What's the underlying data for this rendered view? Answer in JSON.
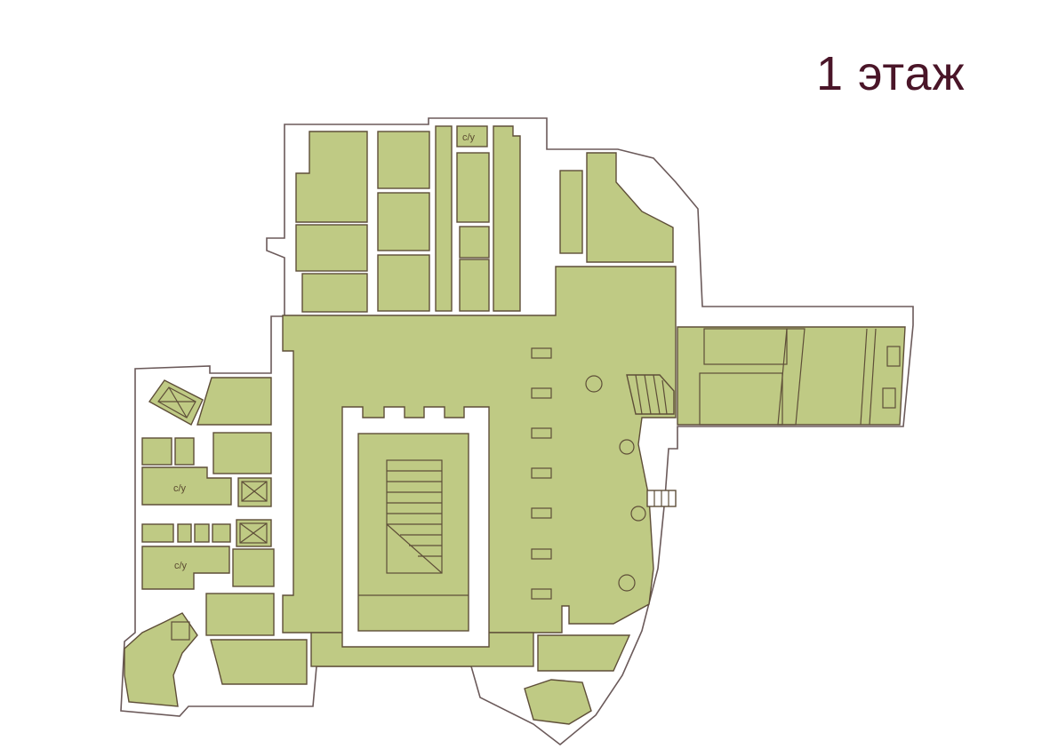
{
  "title": "1 этаж",
  "colors": {
    "room_fill": "#bfca84",
    "wall": "#5e4e38",
    "title": "#4a1528"
  },
  "room_labels": {
    "wc_top": "с/у",
    "wc_left_1": "с/у",
    "wc_left_2": "с/у"
  }
}
